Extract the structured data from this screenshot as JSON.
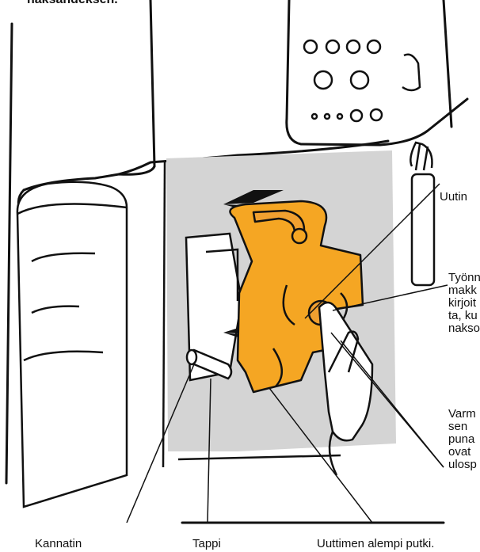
{
  "header": {
    "text": "naksahdeksen."
  },
  "labels": {
    "uutin": "Uutin",
    "tyonna": "Työnn\nmakk\nkirjoit\nta, ku\nnakso",
    "varmista": "Varm\nsen\npuna\novat\nulosp",
    "kannatin": "Kannatin",
    "tappi": "Tappi",
    "putki": "Uuttimen alempi putki."
  },
  "colors": {
    "cartridge": "#F5A623",
    "panel": "#D4D4D4",
    "outline": "#111111"
  }
}
